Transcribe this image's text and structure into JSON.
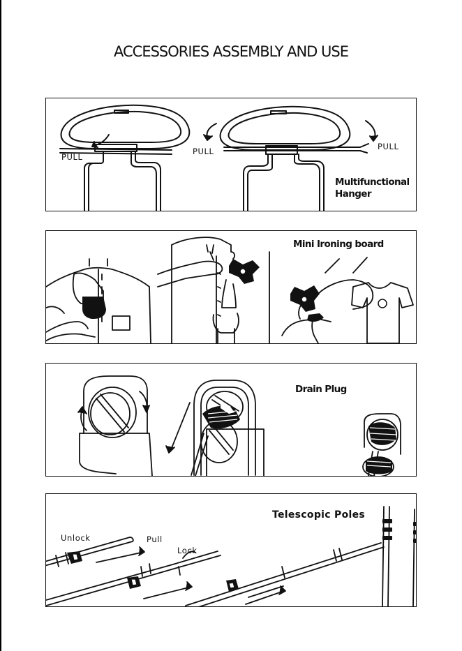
{
  "page": {
    "title": "ACCESSORIES ASSEMBLY AND USE"
  },
  "hanger_panel": {
    "heading_line1": "Multifunctional",
    "heading_line2": "Hanger",
    "pull_left": "PULL",
    "pull_middle": "PULL",
    "pull_right": "PULL"
  },
  "ironing_panel": {
    "heading": "Mini Ironing board"
  },
  "drain_panel": {
    "heading": "Drain Plug"
  },
  "poles_panel": {
    "heading": "Telescopic Poles",
    "unlock": "Unlock",
    "pull": "Pull",
    "lock": "Lock"
  }
}
